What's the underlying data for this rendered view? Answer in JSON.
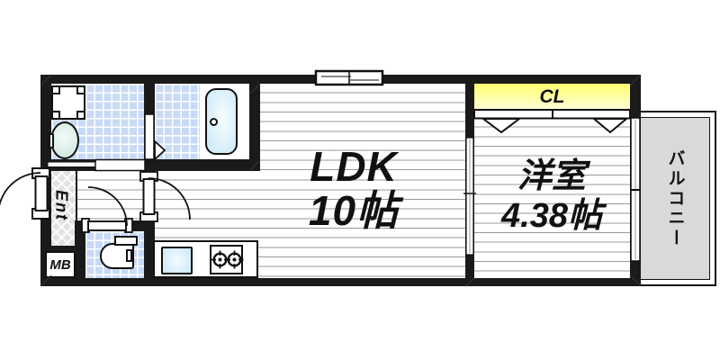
{
  "plan_title": "1LDK apartment floor plan",
  "rooms": {
    "ldk": {
      "name": "LDK",
      "area": "10帖"
    },
    "western_room": {
      "name": "洋室",
      "area": "4.38帖"
    },
    "closet": {
      "name": "CL"
    },
    "balcony": {
      "name": "バルコニー"
    },
    "entrance": {
      "name": "Ent"
    },
    "meter_box": {
      "name": "MB"
    }
  },
  "fixtures": [
    "washing-machine-pan",
    "washbasin",
    "bathtub",
    "toilet",
    "kitchen-sink",
    "two-burner-stove",
    "sliding-window",
    "closet-folding-doors"
  ],
  "colors": {
    "wall": "#1a1a1a",
    "tile_blue": "#c8daf5",
    "closet_yellow": "#ffff7d",
    "balcony_gray": "#d9d9d9",
    "floor_line_gray": "#999999",
    "fixture_blue": "#cfeaf7"
  }
}
